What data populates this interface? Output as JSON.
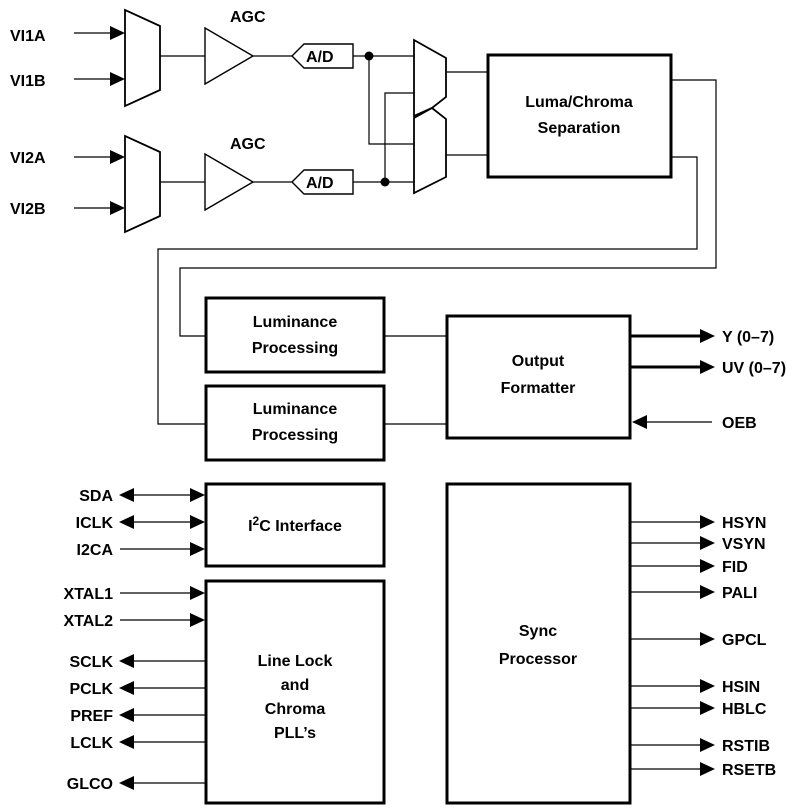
{
  "inputs": {
    "vi1a": "VI1A",
    "vi1b": "VI1B",
    "vi2a": "VI2A",
    "vi2b": "VI2B"
  },
  "agc": {
    "label_1": "AGC",
    "label_2": "AGC"
  },
  "ad": {
    "label_1": "A/D",
    "label_2": "A/D"
  },
  "blocks": {
    "luma_chroma_line1": "Luma/Chroma",
    "luma_chroma_line2": "Separation",
    "luminance_1_line1": "Luminance",
    "luminance_1_line2": "Processing",
    "luminance_2_line1": "Luminance",
    "luminance_2_line2": "Processing",
    "output_formatter_line1": "Output",
    "output_formatter_line2": "Formatter",
    "i2c_prefix": "I",
    "i2c_superscript": "2",
    "i2c_suffix": "C Interface",
    "line_lock_line1": "Line Lock",
    "line_lock_line2": "and",
    "line_lock_line3": "Chroma",
    "line_lock_line4": "PLL’s",
    "sync_line1": "Sync",
    "sync_line2": "Processor"
  },
  "output_signals": {
    "y": "Y (0–7)",
    "uv": "UV (0–7)",
    "oeb": "OEB"
  },
  "i2c_signals": {
    "sda": "SDA",
    "iclk": "ICLK",
    "i2ca": "I2CA"
  },
  "pll_signals": {
    "xtal1": "XTAL1",
    "xtal2": "XTAL2",
    "sclk": "SCLK",
    "pclk": "PCLK",
    "pref": "PREF",
    "lclk": "LCLK",
    "glco": "GLCO"
  },
  "sync_signals": {
    "hsyn": "HSYN",
    "vsyn": "VSYN",
    "fid": "FID",
    "pali": "PALI",
    "gpcl": "GPCL",
    "hsin": "HSIN",
    "hblc": "HBLC",
    "rstib": "RSTIB",
    "rsetb": "RSETB"
  }
}
